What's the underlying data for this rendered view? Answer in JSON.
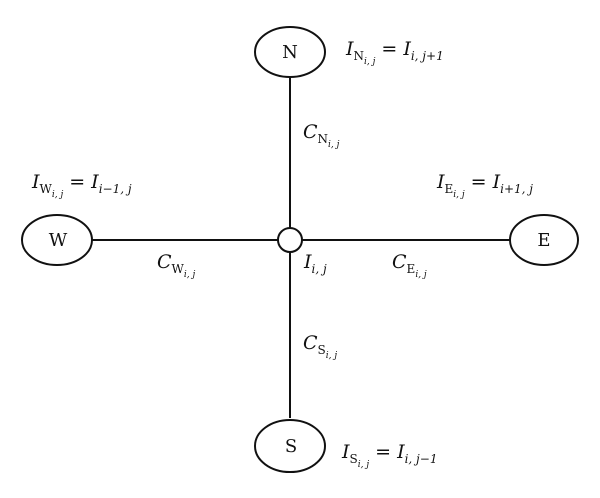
{
  "nodes": {
    "north": "N",
    "west": "W",
    "east": "E",
    "south": "S"
  },
  "center_label": {
    "main": "I",
    "sub": "i, j"
  },
  "conductances": {
    "north": {
      "main": "C",
      "sub": "N",
      "subsub": "i, j"
    },
    "west": {
      "main": "C",
      "sub": "W",
      "subsub": "i, j"
    },
    "east": {
      "main": "C",
      "sub": "E",
      "subsub": "i, j"
    },
    "south": {
      "main": "C",
      "sub": "S",
      "subsub": "i, j"
    }
  },
  "equations": {
    "north": {
      "lhs": "I",
      "lhs_sub": "N",
      "lhs_subsub": "i, j",
      "eq": "=",
      "rhs": "I",
      "rhs_sub": "i, j+1"
    },
    "west": {
      "lhs": "I",
      "lhs_sub": "W",
      "lhs_subsub": "i, j",
      "eq": "=",
      "rhs": "I",
      "rhs_sub": "i−1, j"
    },
    "east": {
      "lhs": "I",
      "lhs_sub": "E",
      "lhs_subsub": "i, j",
      "eq": "=",
      "rhs": "I",
      "rhs_sub": "i+1, j"
    },
    "south": {
      "lhs": "I",
      "lhs_sub": "S",
      "lhs_subsub": "i, j",
      "eq": "=",
      "rhs": "I",
      "rhs_sub": "i, j−1"
    }
  }
}
